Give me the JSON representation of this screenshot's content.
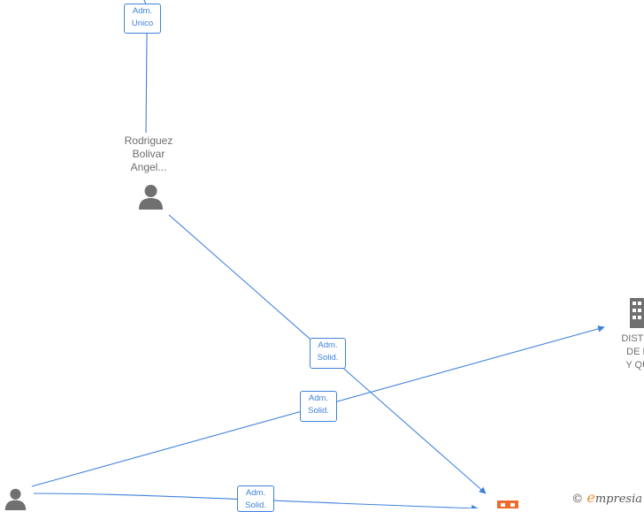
{
  "edges": [
    {
      "id": "e-top",
      "label": [
        "Adm.",
        "Unico"
      ]
    },
    {
      "id": "e-rodriguez",
      "label": [
        "Adm.",
        "Solid."
      ]
    },
    {
      "id": "e-distrib",
      "label": [
        "Adm.",
        "Solid."
      ]
    },
    {
      "id": "e-bottom",
      "label": [
        "Adm.",
        "Solid."
      ]
    }
  ],
  "nodes": {
    "rodriguez": {
      "type": "person",
      "label": [
        "Rodriguez",
        "Bolivar",
        "Angel..."
      ]
    },
    "bottom_person": {
      "type": "person"
    },
    "distrib": {
      "type": "company",
      "label": [
        "DISTRIBU",
        "DE LAC",
        "Y QUES"
      ]
    },
    "bottom_company": {
      "type": "company"
    }
  },
  "colors": {
    "edge": "#3f82dc",
    "person": "#707070",
    "company_gray": "#707070",
    "company_orange": "#f06a2b",
    "brand_orange": "#f0912a"
  },
  "brand": {
    "copyright": "©",
    "initial": "e",
    "rest": "mpresia"
  }
}
